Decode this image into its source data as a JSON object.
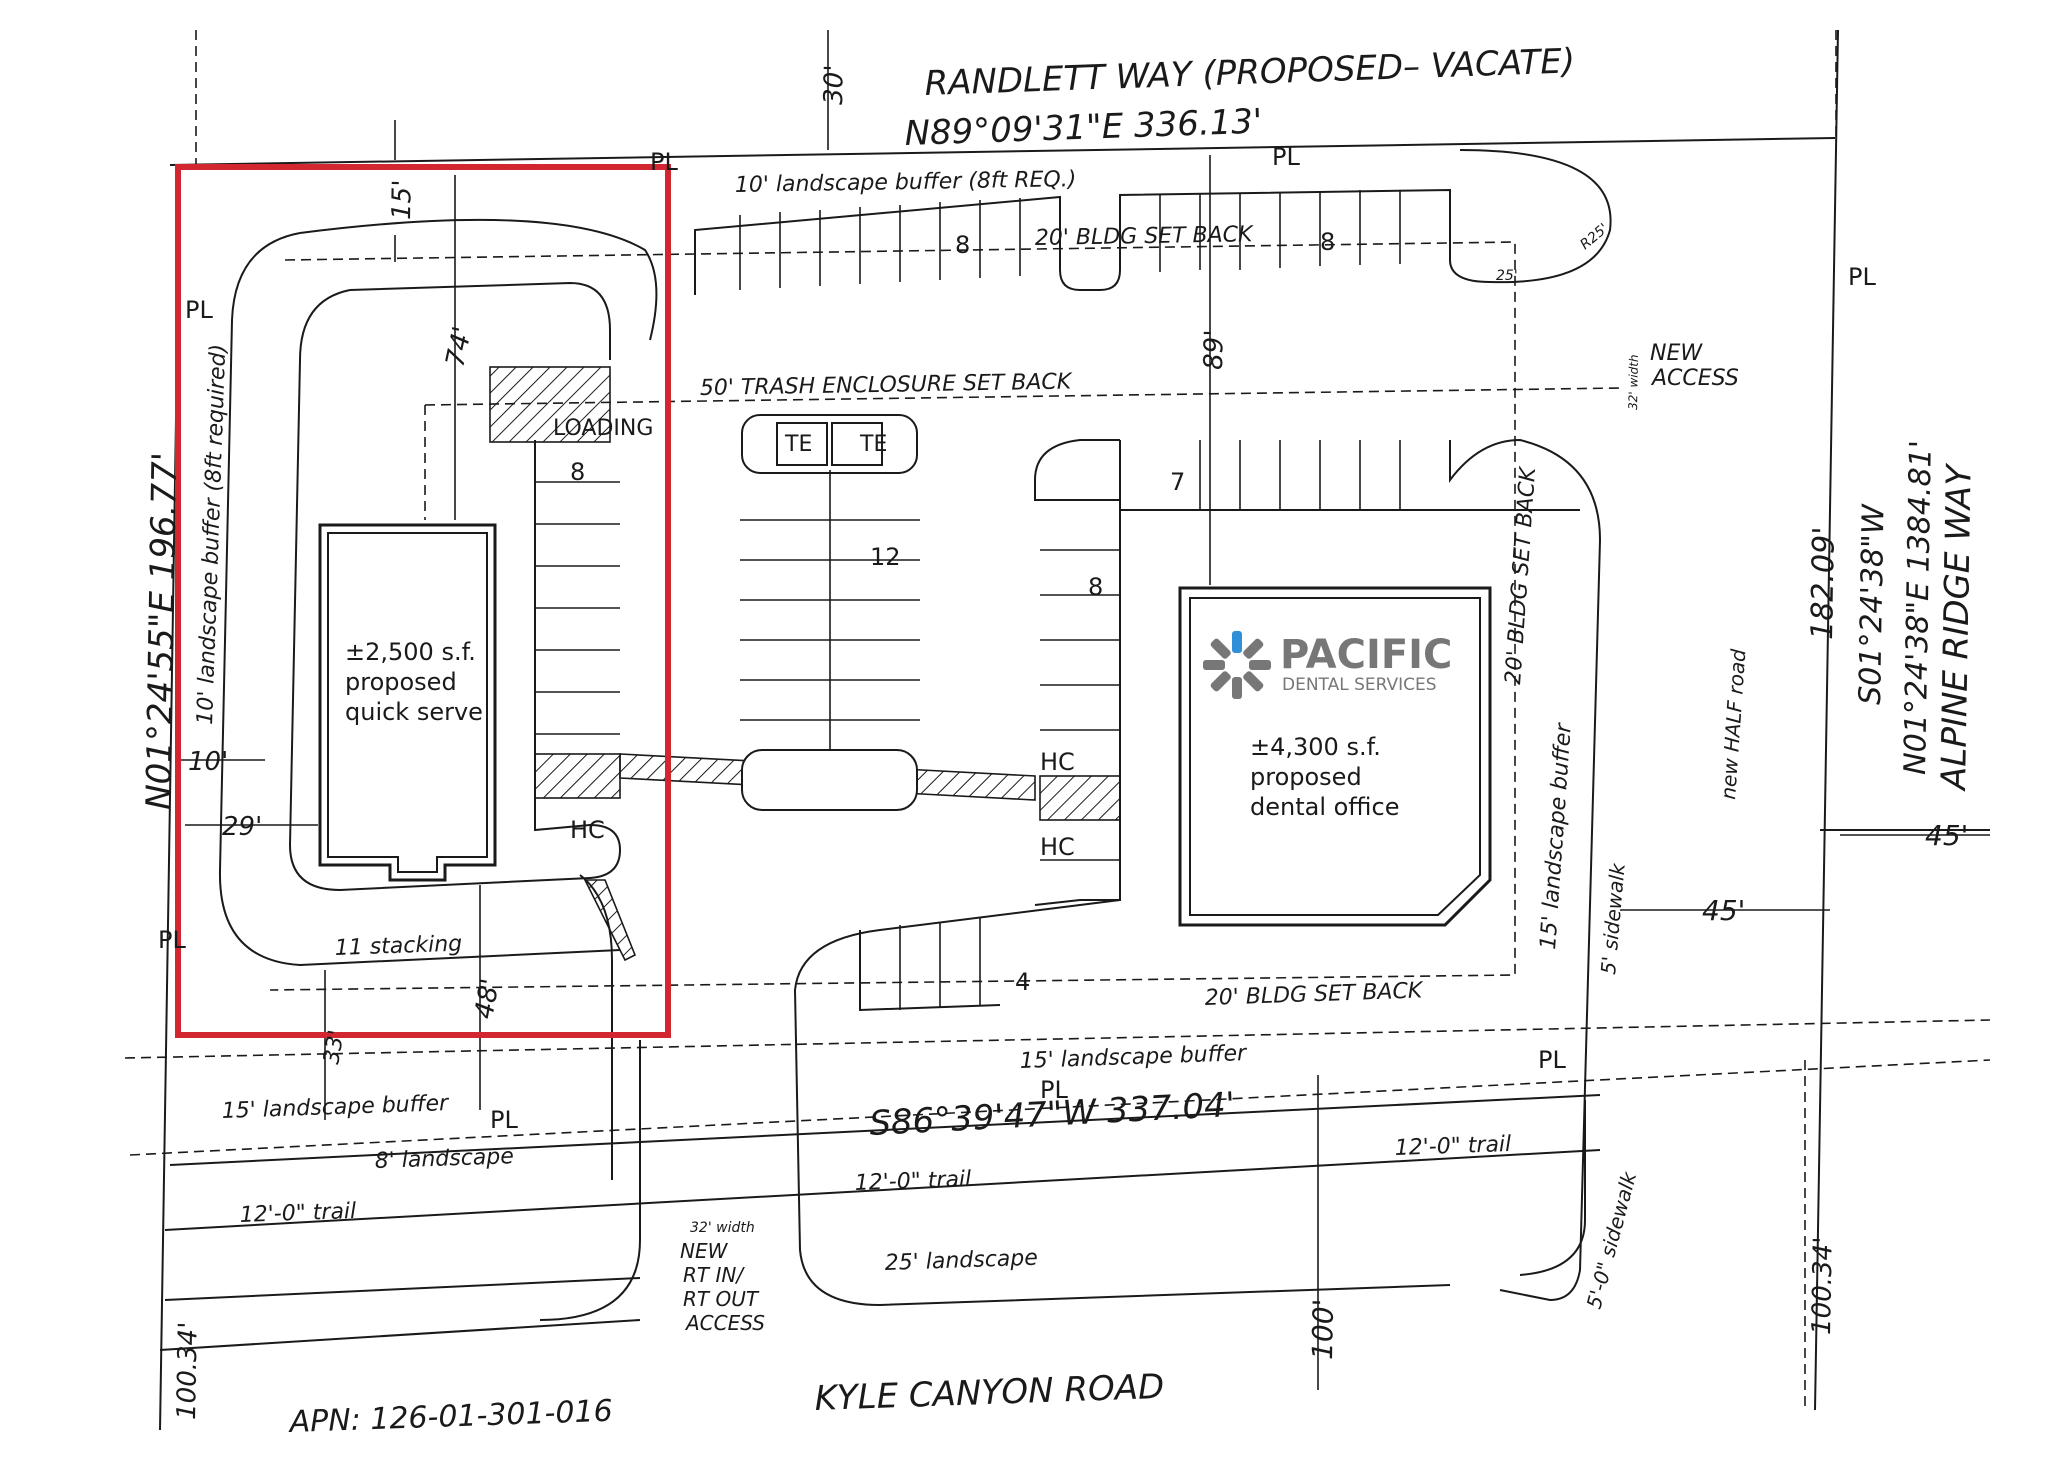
{
  "roads": {
    "north": "RANDLETT WAY (PROPOSED– VACATE)",
    "north_bearing": "N89°09'31\"E 336.13'",
    "south": "KYLE CANYON ROAD",
    "south_bearing": "S86°39'47\"W 337.04'",
    "east": "ALPINE RIDGE WAY",
    "east_bearing_1": "S01°24'38\"W",
    "east_bearing_2": "N01°24'38\"E 1384.81'",
    "west_bearing": "N01°24'55\"E 196.77'",
    "apn": "APN: 126-01-301-016"
  },
  "dimensions": {
    "d30": "30'",
    "d15": "15'",
    "d74": "74'",
    "d89": "89'",
    "d10": "10'",
    "d29": "29'",
    "d48": "48'",
    "d33": "33'",
    "d182": "182.09'",
    "d45a": "45'",
    "d45b": "45'",
    "d100a": "100'",
    "d10034a": "100.34'",
    "d10034b": "100.34'",
    "r25": "R25'",
    "d25": "25'"
  },
  "labels": {
    "pl": "PL",
    "landscape_north": "10' landscape buffer (8ft REQ.)",
    "landscape_west": "10' landscape buffer (8ft required)",
    "bldg_setback_north": "20' BLDG SET BACK",
    "bldg_setback_east": "20' BLDG SET BACK",
    "bldg_setback_south": "20' BLDG SET BACK",
    "trash_setback": "50' TRASH ENCLOSURE SET BACK",
    "loading": "LOADING",
    "te": "TE",
    "hc": "HC",
    "stacking": "11 stacking",
    "landscape15_s1": "15' landscape buffer",
    "landscape15_s2": "15' landscape buffer",
    "landscape15_e": "15' landscape buffer",
    "landscape8": "8' landscape",
    "trail1": "12'-0\" trail",
    "trail2": "12'-0\" trail",
    "trail3": "12'-0\" trail",
    "landscape25": "25' landscape",
    "sidewalk1": "5' sidewalk",
    "sidewalk2": "5'-0\" sidewalk",
    "half_road": "new HALF road",
    "access_width_e": "32' width",
    "access_e_1": "NEW",
    "access_e_2": "ACCESS",
    "access_width_s": "32' width",
    "access_s_1": "NEW",
    "access_s_2": "RT IN/",
    "access_s_3": "RT OUT",
    "access_s_4": "ACCESS"
  },
  "parking": {
    "p8a": "8",
    "p8b": "8",
    "p8c": "8",
    "p8d": "8",
    "p7": "7",
    "p12": "12",
    "p4": "4"
  },
  "building_qs": {
    "line1": "±2,500 s.f.",
    "line2": "proposed",
    "line3": "quick serve"
  },
  "building_dental": {
    "line1": "±4,300 s.f.",
    "line2": "proposed",
    "line3": "dental office"
  },
  "logo": {
    "name": "PACIFIC",
    "sub": "DENTAL SERVICES",
    "accent": "#2f8fd8",
    "gray": "#777777"
  },
  "colors": {
    "highlight": "#d22630",
    "ink": "#1a1a1a"
  }
}
